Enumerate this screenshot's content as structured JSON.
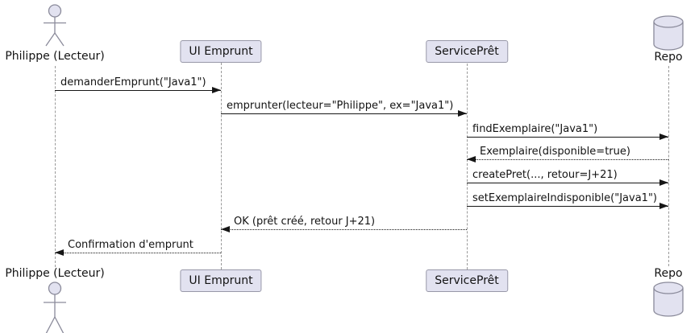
{
  "diagram": {
    "type": "uml-sequence-diagram",
    "participants": [
      {
        "name": "Philippe (Lecteur)",
        "kind": "actor"
      },
      {
        "name": "UI Emprunt",
        "kind": "participant"
      },
      {
        "name": "ServicePrêt",
        "kind": "participant"
      },
      {
        "name": "Repo",
        "kind": "database"
      }
    ],
    "messages": [
      {
        "from": "Philippe (Lecteur)",
        "to": "UI Emprunt",
        "text": "demanderEmprunt(\"Java1\")",
        "line": "solid",
        "direction": "right"
      },
      {
        "from": "UI Emprunt",
        "to": "ServicePrêt",
        "text": "emprunter(lecteur=\"Philippe\", ex=\"Java1\")",
        "line": "solid",
        "direction": "right"
      },
      {
        "from": "ServicePrêt",
        "to": "Repo",
        "text": "findExemplaire(\"Java1\")",
        "line": "solid",
        "direction": "right"
      },
      {
        "from": "Repo",
        "to": "ServicePrêt",
        "text": "Exemplaire(disponible=true)",
        "line": "dotted",
        "direction": "left"
      },
      {
        "from": "ServicePrêt",
        "to": "Repo",
        "text": "createPret(..., retour=J+21)",
        "line": "solid",
        "direction": "right"
      },
      {
        "from": "ServicePrêt",
        "to": "Repo",
        "text": "setExemplaireIndisponible(\"Java1\")",
        "line": "solid",
        "direction": "right"
      },
      {
        "from": "ServicePrêt",
        "to": "UI Emprunt",
        "text": "OK (prêt créé, retour J+21)",
        "line": "dotted",
        "direction": "left"
      },
      {
        "from": "UI Emprunt",
        "to": "Philippe (Lecteur)",
        "text": "Confirmation d'emprunt",
        "line": "dotted",
        "direction": "left"
      }
    ],
    "colors": {
      "participant_fill": "#E2E2F0",
      "participant_border": "#9898A8",
      "lifeline": "#9A9A9A",
      "message": "#161616",
      "background": "#FFFFFF"
    }
  }
}
